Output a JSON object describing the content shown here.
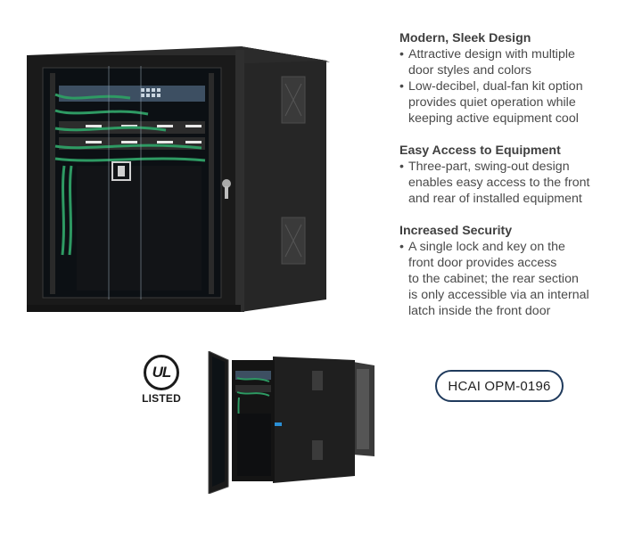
{
  "features": [
    {
      "title": "Modern, Sleek Design",
      "bullets": [
        [
          "Attractive design with multiple",
          "door styles and colors"
        ],
        [
          "Low-decibel, dual-fan kit option",
          "provides quiet operation while",
          "keeping active equipment cool"
        ]
      ]
    },
    {
      "title": "Easy Access to Equipment",
      "bullets": [
        [
          "Three-part, swing-out design",
          "enables easy access to the front",
          "and rear of installed equipment"
        ]
      ]
    },
    {
      "title": "Increased Security",
      "bullets": [
        [
          "A single lock and key on the",
          "front door provides access",
          "to the cabinet; the rear section",
          "is only accessible via an internal",
          "latch inside the front door"
        ]
      ]
    }
  ],
  "certification": {
    "mark": "UL",
    "label": "LISTED"
  },
  "model": {
    "label": "HCAI OPM-0196"
  },
  "colors": {
    "cabinet": "#1e1e1e",
    "cable": "#2e9a63",
    "badge_border": "#1f3a5c",
    "text": "#4a4a4a"
  }
}
